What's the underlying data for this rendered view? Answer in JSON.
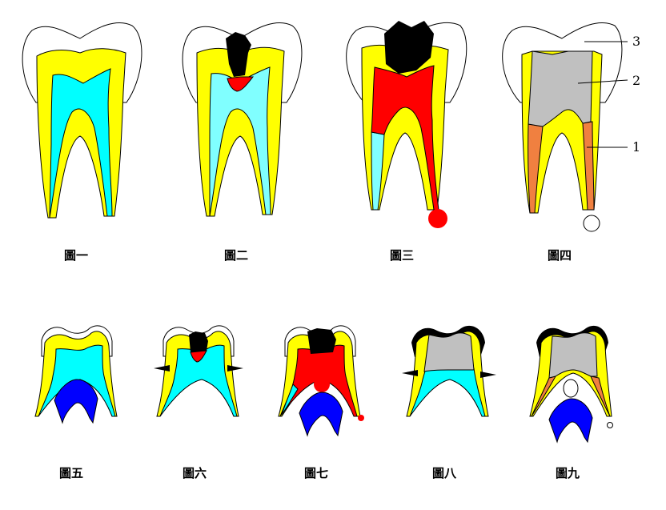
{
  "colors": {
    "enamel_outline": "#000000",
    "dentin": "#ffff00",
    "pulp": "#00ffff",
    "pulp_light": "#80ffff",
    "caries": "#000000",
    "inflamed": "#ff0000",
    "filling": "#c0c0c0",
    "root_filling": "#f08040",
    "permanent_bud": "#0000ff",
    "lesion_healed": "#ffffff"
  },
  "captions": {
    "fig1": "圖一",
    "fig2": "圖二",
    "fig3": "圖三",
    "fig4": "圖四",
    "fig5": "圖五",
    "fig6": "圖六",
    "fig7": "圖七",
    "fig8": "圖八",
    "fig9": "圖九"
  },
  "labels": {
    "l1": "1",
    "l2": "2",
    "l3": "3"
  }
}
